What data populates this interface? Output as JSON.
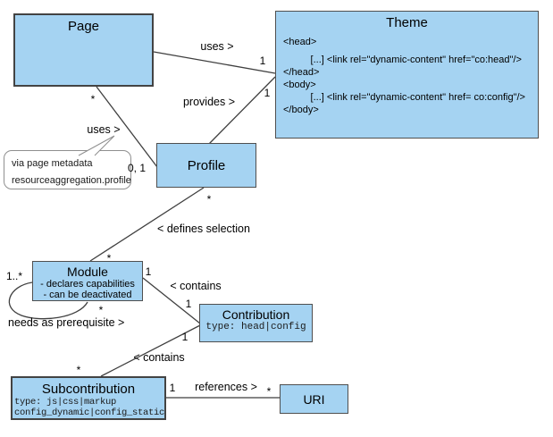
{
  "diagram": {
    "kind": "UML class diagram",
    "colors": {
      "box_fill": "#a5d3f2",
      "box_border": "#4f4f4f",
      "line_color": "#3f3f3f",
      "note_border": "#8f8f8f",
      "background": "#ffffff"
    }
  },
  "classes": {
    "page": {
      "title": "Page"
    },
    "theme": {
      "title": "Theme",
      "body_lines": [
        "<head>",
        "          [...] <link rel=\"dynamic-content\" href=\"co:head\"/>",
        "</head>",
        "<body>",
        "          [...] <link rel=\"dynamic-content\" href= co:config\"/>",
        "</body>"
      ]
    },
    "profile": {
      "title": "Profile"
    },
    "module": {
      "title": "Module",
      "attributes": [
        "- declares capabilities",
        "- can be deactivated"
      ]
    },
    "contribution": {
      "title": "Contribution",
      "type_line": "type: head|config"
    },
    "subcontribution": {
      "title": "Subcontribution",
      "type_lines": [
        "type: js|css|markup",
        "config_dynamic|config_static"
      ]
    },
    "uri": {
      "title": "URI"
    }
  },
  "labels": {
    "uses_top": "uses >",
    "provides": "provides >",
    "uses_left": "uses >",
    "defines_selection": "< defines selection",
    "needs_prerequisite": "needs as prerequisite >",
    "contains_upper": "< contains",
    "contains_lower": "< contains",
    "references": "references >"
  },
  "multiplicities": {
    "uses_theme_end": "1",
    "provides_theme_end": "1",
    "uses_page_end": "*",
    "uses_profile_end": "0, 1",
    "defines_profile_end": "*",
    "defines_module_end": "*",
    "self_source": "1..*",
    "self_target": "*",
    "contains1_module_end": "1",
    "contains1_contribution_end": "1",
    "contains2_contribution_end": "1",
    "contains2_subcontribution_end": "*",
    "references_subcontribution_end": "1",
    "references_uri_end": "*"
  },
  "note": {
    "lines": [
      "via page metadata",
      "resourceaggregation.profile"
    ]
  }
}
